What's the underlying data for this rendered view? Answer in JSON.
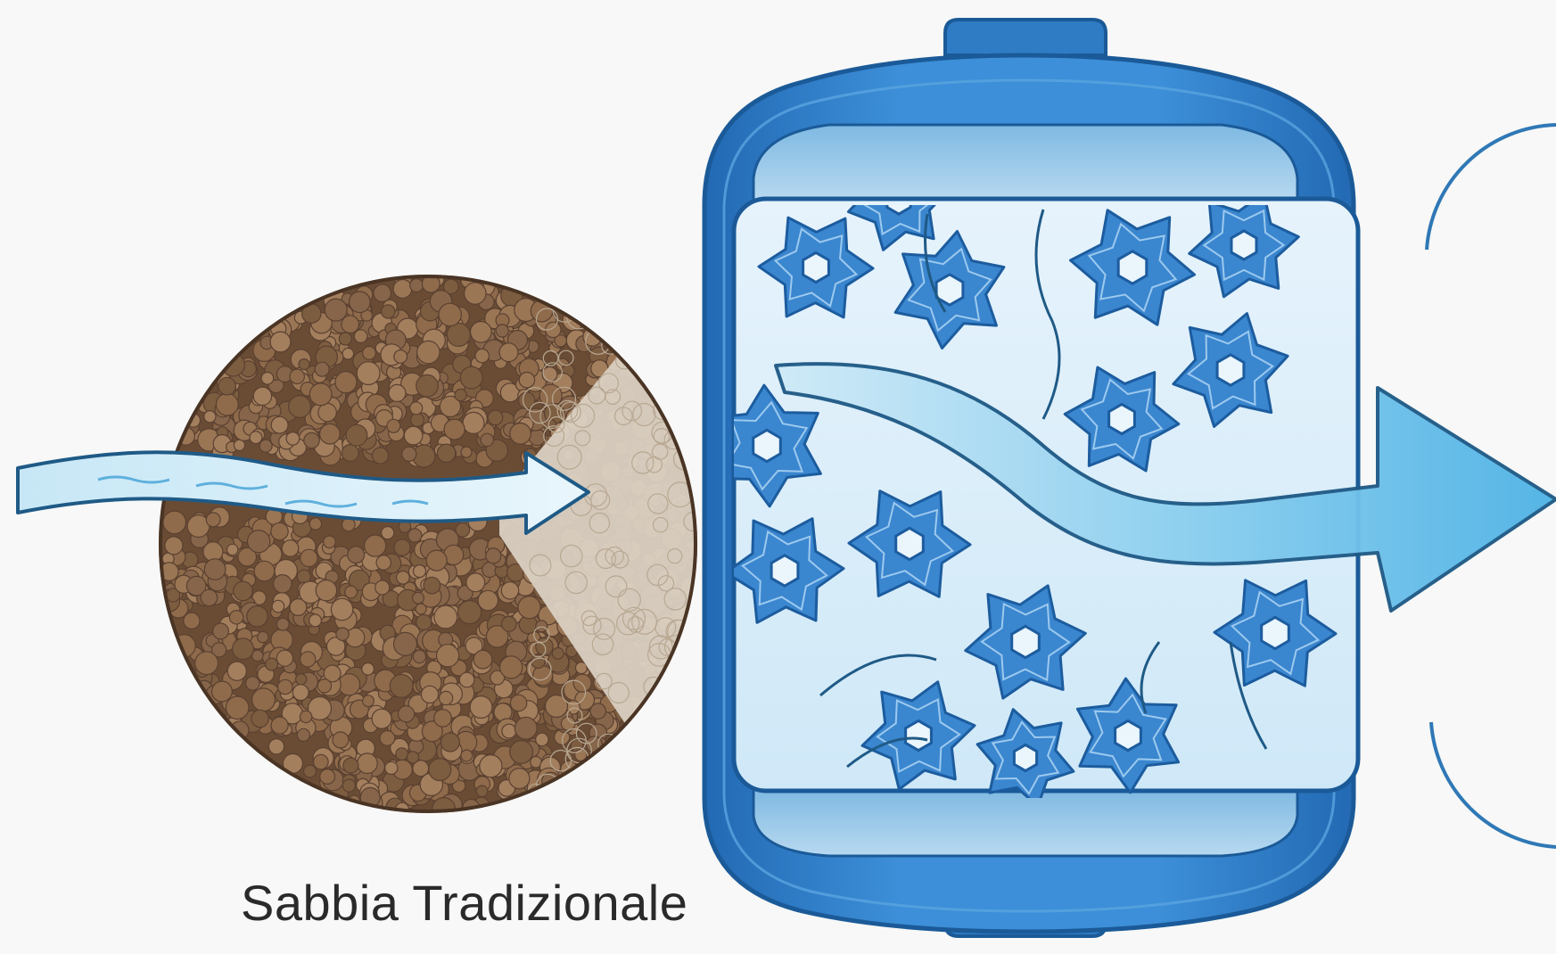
{
  "caption": {
    "label": "Sabbia Tradizionale"
  },
  "colors": {
    "background": "#f7f8f7",
    "sand": "#8a6748",
    "sand_dark": "#5e4330",
    "sand_light": "#a88567",
    "cleared_zone": "#d8cfc2",
    "water": "#bfe3f3",
    "water_edge": "#1f5a86",
    "tank_shell": "#2f7cc4",
    "tank_shell_dark": "#1b5a98",
    "tank_inside": "#dff0fb",
    "media": "#3a86cf",
    "media_dark": "#1c5c9e",
    "flow_arrow": "#6ec2ec",
    "circle_outline": "#2f78b6"
  },
  "icons": {
    "sand_disc": "sand-grains-disc",
    "water_stream": "water-stream-arrow",
    "filter_tank": "filter-tank-vessel",
    "filter_media": "star-shaped-filter-media",
    "outflow": "large-flow-arrow"
  }
}
